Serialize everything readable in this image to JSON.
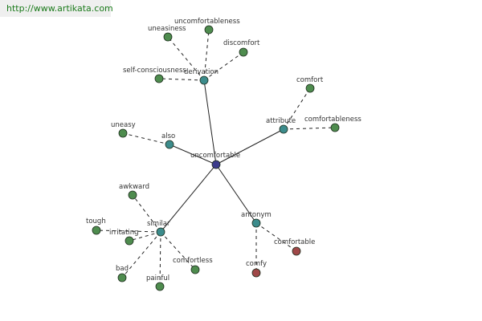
{
  "source_url": "http://www.artikata.com",
  "colors": {
    "center": "#3c3c8c",
    "relation": "#3c8c8c",
    "word": "#4e8c4e",
    "antonym_word": "#a04848",
    "line": "#222222"
  },
  "nodes": [
    {
      "id": "uncomfortable",
      "label": "uncomfortable",
      "kind": "center"
    },
    {
      "id": "derivation",
      "label": "derivation",
      "kind": "relation"
    },
    {
      "id": "attribute",
      "label": "attribute",
      "kind": "relation"
    },
    {
      "id": "also",
      "label": "also",
      "kind": "relation"
    },
    {
      "id": "similar",
      "label": "similar",
      "kind": "relation"
    },
    {
      "id": "antonym",
      "label": "antonym",
      "kind": "relation"
    },
    {
      "id": "uneasiness",
      "label": "uneasiness",
      "kind": "word"
    },
    {
      "id": "uncomfortableness",
      "label": "uncomfortableness",
      "kind": "word"
    },
    {
      "id": "discomfort",
      "label": "discomfort",
      "kind": "word"
    },
    {
      "id": "self-consciousness",
      "label": "self-consciousness",
      "kind": "word"
    },
    {
      "id": "comfort",
      "label": "comfort",
      "kind": "word"
    },
    {
      "id": "comfortableness",
      "label": "comfortableness",
      "kind": "word"
    },
    {
      "id": "uneasy",
      "label": "uneasy",
      "kind": "word"
    },
    {
      "id": "awkward",
      "label": "awkward",
      "kind": "word"
    },
    {
      "id": "tough",
      "label": "tough",
      "kind": "word"
    },
    {
      "id": "irritating",
      "label": "irritating",
      "kind": "word"
    },
    {
      "id": "bad",
      "label": "bad",
      "kind": "word"
    },
    {
      "id": "painful",
      "label": "painful",
      "kind": "word"
    },
    {
      "id": "comfortless",
      "label": "comfortless",
      "kind": "word"
    },
    {
      "id": "comfortable",
      "label": "comfortable",
      "kind": "antonym_word"
    },
    {
      "id": "comfy",
      "label": "comfy",
      "kind": "antonym_word"
    }
  ],
  "edges": [
    {
      "from": "uncomfortable",
      "to": "derivation",
      "style": "solid"
    },
    {
      "from": "uncomfortable",
      "to": "attribute",
      "style": "solid"
    },
    {
      "from": "uncomfortable",
      "to": "also",
      "style": "solid"
    },
    {
      "from": "uncomfortable",
      "to": "similar",
      "style": "solid"
    },
    {
      "from": "uncomfortable",
      "to": "antonym",
      "style": "solid"
    },
    {
      "from": "derivation",
      "to": "uneasiness",
      "style": "dashed"
    },
    {
      "from": "derivation",
      "to": "uncomfortableness",
      "style": "dashed"
    },
    {
      "from": "derivation",
      "to": "discomfort",
      "style": "dashed"
    },
    {
      "from": "derivation",
      "to": "self-consciousness",
      "style": "dashed"
    },
    {
      "from": "attribute",
      "to": "comfort",
      "style": "dashed"
    },
    {
      "from": "attribute",
      "to": "comfortableness",
      "style": "dashed"
    },
    {
      "from": "also",
      "to": "uneasy",
      "style": "dashed"
    },
    {
      "from": "similar",
      "to": "awkward",
      "style": "dashed"
    },
    {
      "from": "similar",
      "to": "tough",
      "style": "dashed"
    },
    {
      "from": "similar",
      "to": "irritating",
      "style": "dashed"
    },
    {
      "from": "similar",
      "to": "bad",
      "style": "dashed"
    },
    {
      "from": "similar",
      "to": "painful",
      "style": "dashed"
    },
    {
      "from": "similar",
      "to": "comfortless",
      "style": "dashed"
    },
    {
      "from": "antonym",
      "to": "comfortable",
      "style": "dashed"
    },
    {
      "from": "antonym",
      "to": "comfy",
      "style": "dashed"
    }
  ]
}
